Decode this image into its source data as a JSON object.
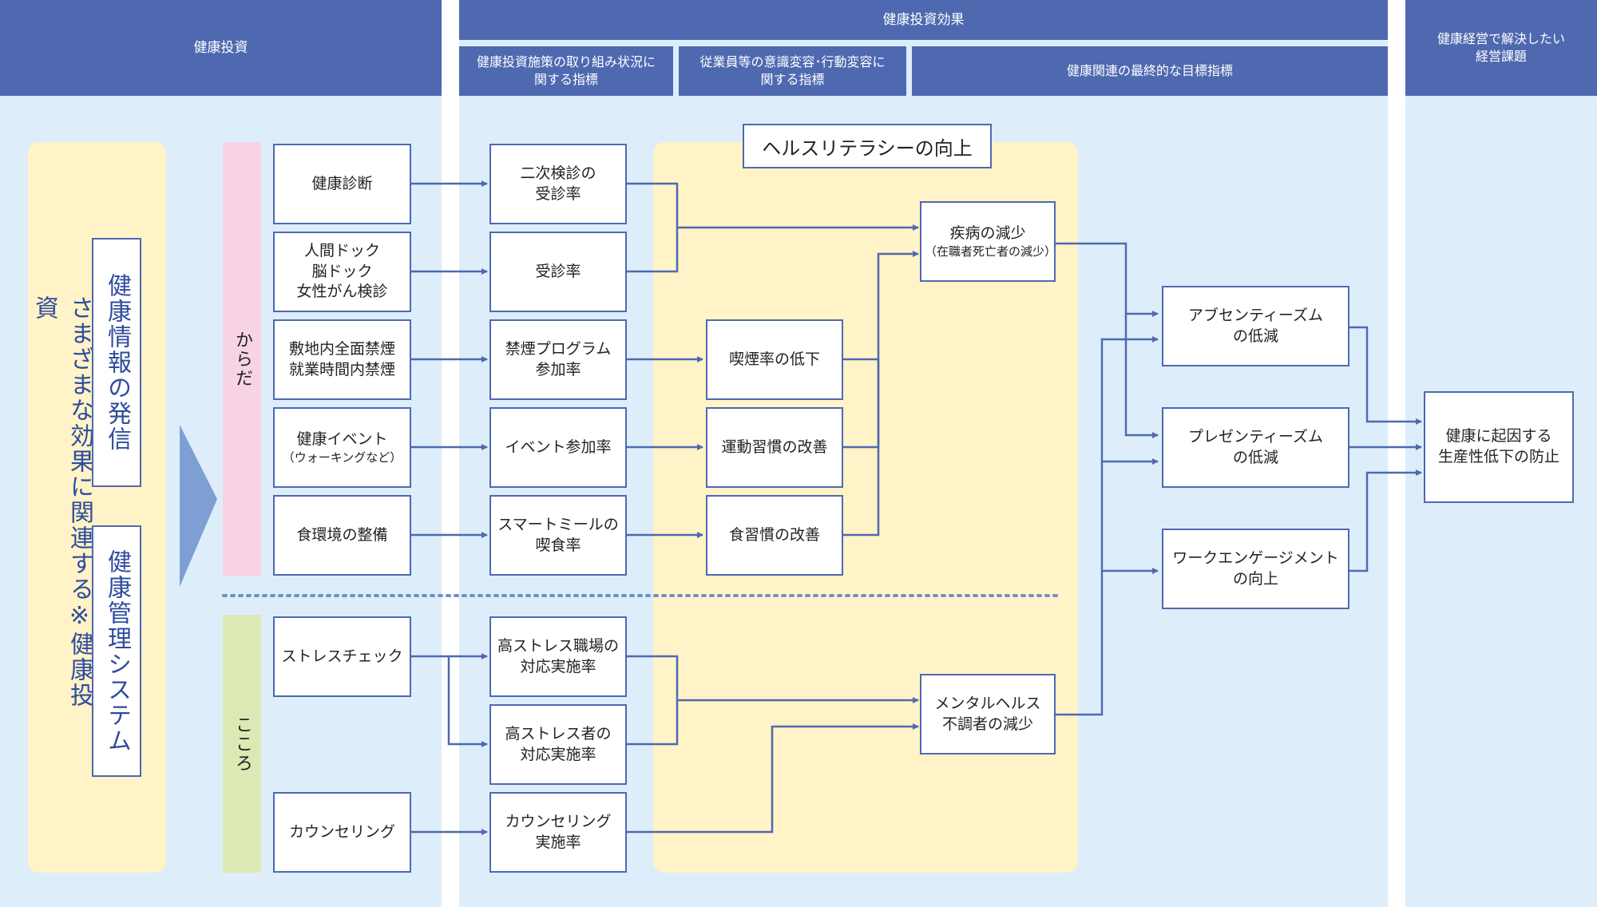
{
  "colors": {
    "header": "#4f69b0",
    "column_bg": "#ddeefa",
    "cream": "#fff3c7",
    "pink": "#f8d3e3",
    "green": "#dce9b4",
    "arrow": "#4f69b0",
    "triangle": "#7d9fd4",
    "dotted": "#6e90cc"
  },
  "headers": {
    "investment": "健康投資",
    "effect": "健康投資効果",
    "effect_sub1": "健康投資施策の取り組み状況に\n関する指標",
    "effect_sub2": "従業員等の意識変容･行動変容に\n関する指標",
    "effect_sub3": "健康関連の最終的な目標指標",
    "management": "健康経営で解決したい\n経営課題"
  },
  "left": {
    "outer_label": "さまざまな効果に関連する※健康投資",
    "info": "健康情報の発信",
    "system": "健康管理システム"
  },
  "categories": {
    "body": "からだ",
    "mind": "こころ"
  },
  "literacy_label": "ヘルスリテラシーの向上",
  "measures": {
    "checkup": "健康診断",
    "dock": "人間ドック\n脳ドック\n女性がん検診",
    "no_smoking": "敷地内全面禁煙\n就業時間内禁煙",
    "event": "健康イベント",
    "event_sub": "（ウォーキングなど）",
    "food_env": "食環境の整備",
    "stress_check": "ストレスチェック",
    "counseling": "カウンセリング"
  },
  "indicators": {
    "reexam": "二次検診の\n受診率",
    "exam": "受診率",
    "quit_program": "禁煙プログラム\n参加率",
    "event_rate": "イベント参加率",
    "smart_meal": "スマートミールの\n喫食率",
    "stress_workplace": "高ストレス職場の\n対応実施率",
    "stress_person": "高ストレス者の\n対応実施率",
    "counseling_rate": "カウンセリング\n実施率"
  },
  "behaviors": {
    "smoking": "喫煙率の低下",
    "exercise": "運動習慣の改善",
    "diet": "食習慣の改善"
  },
  "outcomes": {
    "disease": "疾病の減少",
    "disease_sub": "（在職者死亡者の減少）",
    "mental": "メンタルヘルス\n不調者の減少"
  },
  "targets": {
    "absenteeism": "アブセンティーズム\nの低減",
    "presenteeism": "プレゼンティーズム\nの低減",
    "engagement": "ワークエンゲージメント\nの向上"
  },
  "goal": "健康に起因する\n生産性低下の防止"
}
